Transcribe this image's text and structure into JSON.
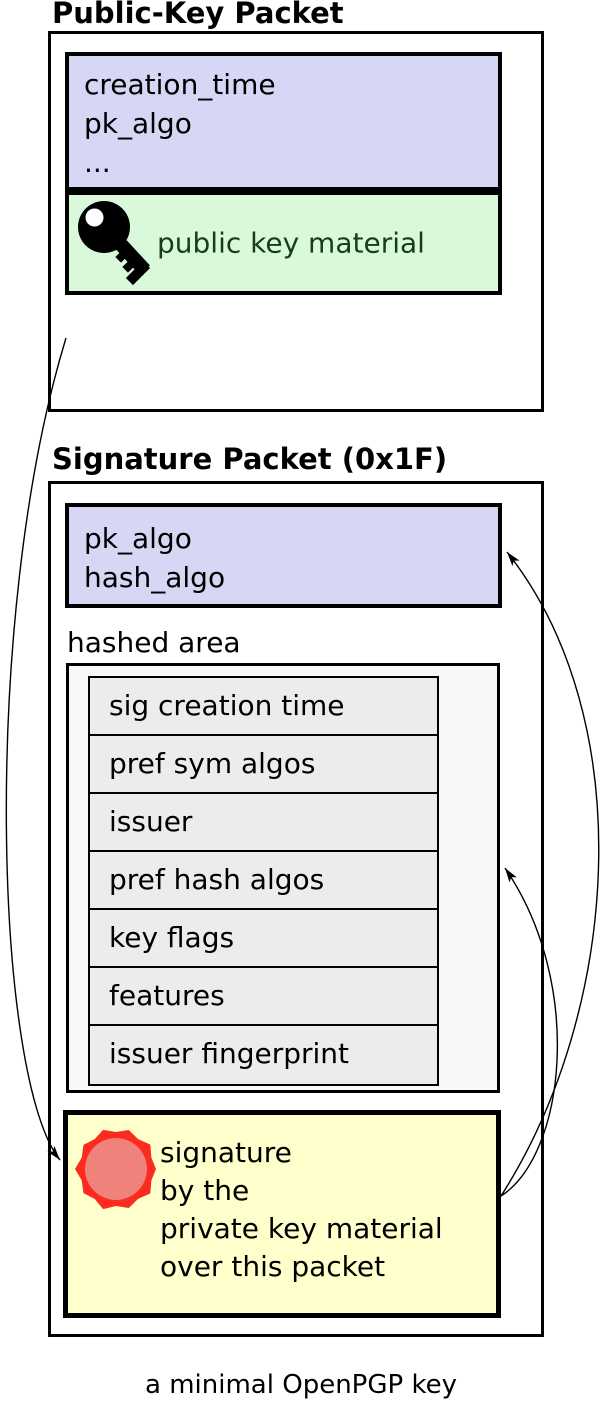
{
  "public_key_packet": {
    "title": "Public-Key Packet",
    "fields": [
      "creation_time",
      "pk_algo",
      "..."
    ],
    "material_label": "public key material",
    "material_icon": "key-icon"
  },
  "signature_packet": {
    "title": "Signature Packet (0x1F)",
    "fields": [
      "pk_algo",
      "hash_algo"
    ],
    "hashed_area_label": "hashed area",
    "subpackets": [
      "sig creation time",
      "pref sym algos",
      "issuer",
      "pref hash algos",
      "key flags",
      "features",
      "issuer fingerprint"
    ],
    "signature_lines": [
      "signature",
      "by the",
      "private key material",
      "over this packet"
    ],
    "signature_icon": "red-seal-icon"
  },
  "caption": "a minimal OpenPGP key",
  "colors": {
    "packet_fields_bg": "#d6d6f5",
    "key_material_bg": "#daf8da",
    "key_material_text": "#163f16",
    "signature_bg": "#ffffcc",
    "seal_ring": "#fb2b1f",
    "seal_fill": "#ef837c",
    "subpacket_row_bg": "#ececec",
    "hashed_area_bg": "#f8f8f8"
  }
}
